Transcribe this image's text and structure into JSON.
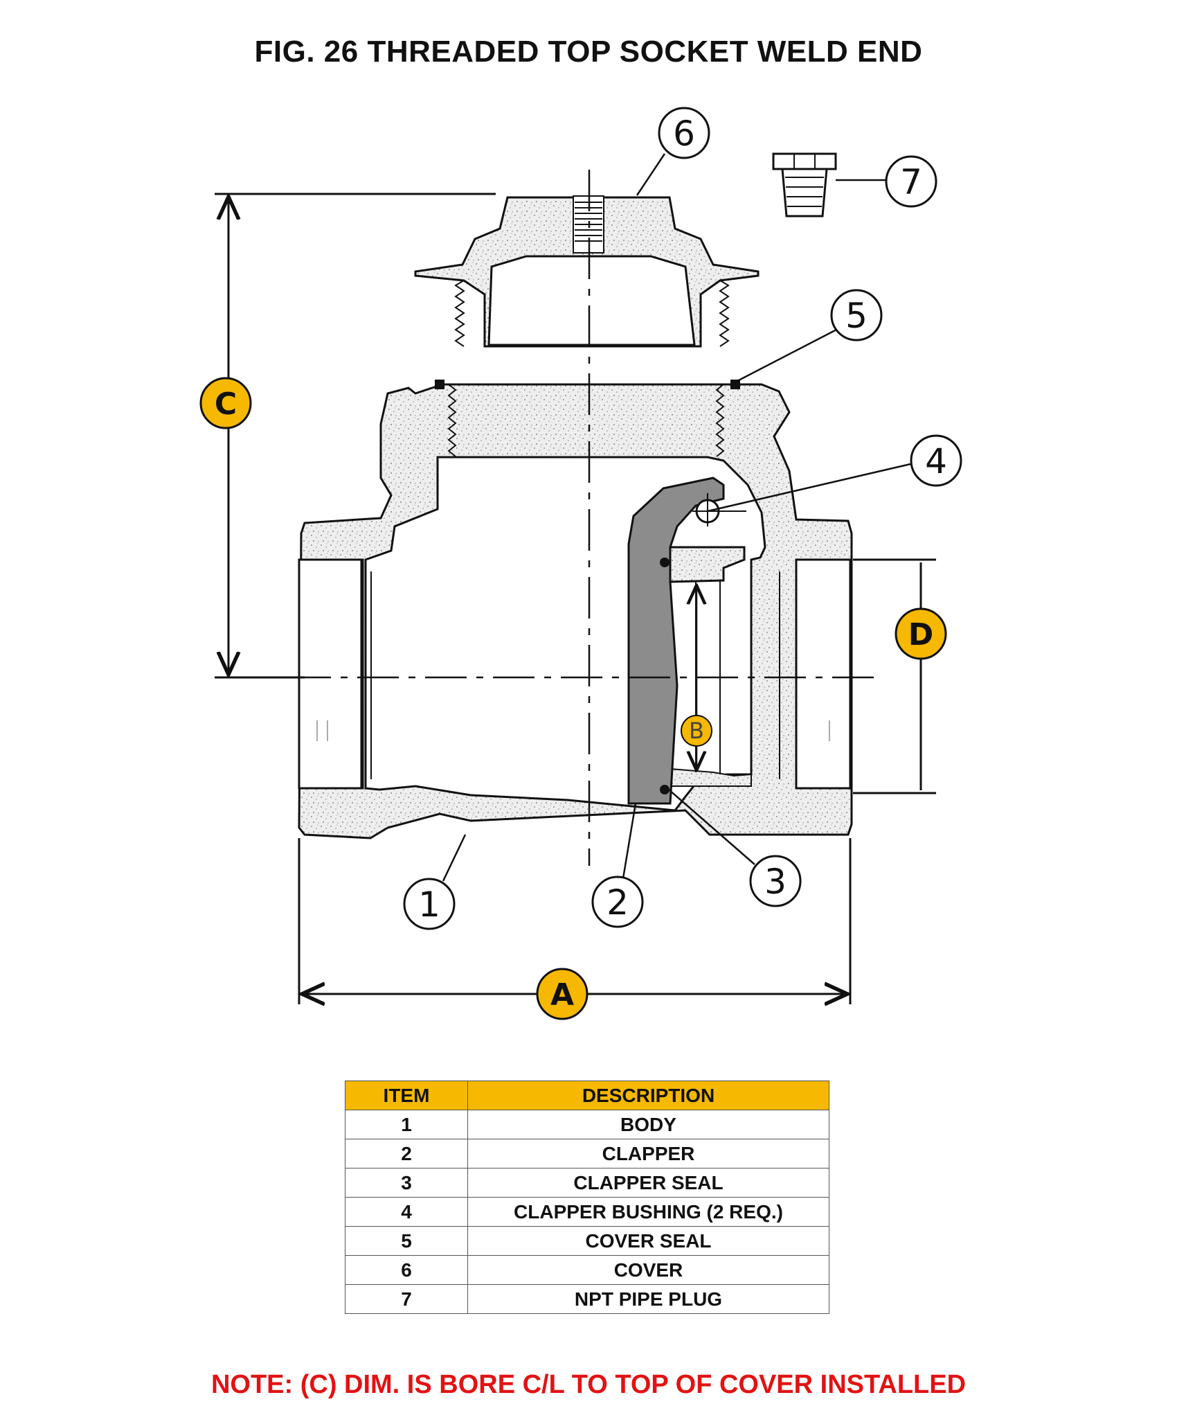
{
  "title": "FIG. 26 THREADED TOP SOCKET WELD END",
  "callouts": [
    "1",
    "2",
    "3",
    "4",
    "5",
    "6",
    "7"
  ],
  "dimensions": {
    "a": "A",
    "b": "B",
    "c": "C",
    "d": "D"
  },
  "colors": {
    "accent": "#f6b800",
    "note": "#e31212",
    "clapper": "#8c8c8c",
    "casting": "#eeeeee"
  },
  "table": {
    "headers": [
      "ITEM",
      "DESCRIPTION"
    ],
    "rows": [
      [
        "1",
        "BODY"
      ],
      [
        "2",
        "CLAPPER"
      ],
      [
        "3",
        "CLAPPER SEAL"
      ],
      [
        "4",
        "CLAPPER BUSHING (2 REQ.)"
      ],
      [
        "5",
        "COVER SEAL"
      ],
      [
        "6",
        "COVER"
      ],
      [
        "7",
        "NPT PIPE PLUG"
      ]
    ]
  },
  "note": "NOTE: (C) DIM. IS BORE C/L TO TOP OF COVER INSTALLED"
}
